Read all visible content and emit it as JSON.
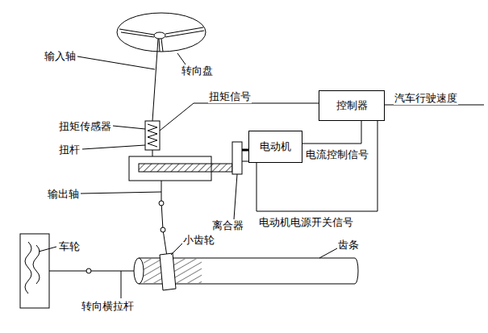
{
  "diagram": {
    "nodes": [
      {
        "text": [
          "控制器"
        ]
      },
      {
        "text": [
          "电动机"
        ]
      }
    ],
    "edges": [
      {
        "from": 0,
        "to": 1,
        "arrow": "none"
      }
    ],
    "labels": [
      "转向盘",
      "输入轴",
      "扭矩信号",
      "汽车行驶速度",
      "扭矩传感器",
      "扭杆",
      "电流控制信号",
      "电动机电源开关信号",
      "输出轴",
      "离合器",
      "车轮",
      "小齿轮",
      "齿条",
      "转向横拉杆"
    ]
  }
}
